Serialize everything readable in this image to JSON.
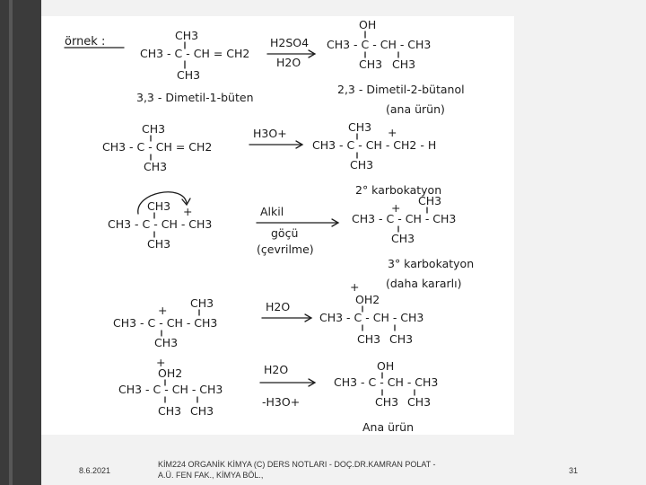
{
  "slide": {
    "background": "#f2f2f2",
    "bar_color": "#3b3b3b",
    "footer": {
      "date": "8.6.2021",
      "credit_line1": "KİM224 ORGANİK KİMYA (C) DERS NOTLARI - DOÇ.DR.KAMRAN POLAT -",
      "credit_line2": "A.Ü. FEN FAK., KİMYA BÖL.,",
      "page": "31"
    }
  },
  "notes": {
    "example_label": "örnek :",
    "r1": {
      "reactant": "3,3 - Dimetil-1-büten",
      "reagent_top": "H2SO4",
      "reagent_bottom": "H2O",
      "product": "2,3 - Dimetil-2-bütanol",
      "product_note": "(ana ürün)"
    },
    "r2": {
      "reagent": "H3O+",
      "product_note": "2° karbokatyon"
    },
    "r3": {
      "reagent_line1": "Alkil",
      "reagent_line2": "göçü",
      "reagent_line3": "(çevrilme)",
      "product_note1": "3° karbokatyon",
      "product_note2": "(daha kararlı)"
    },
    "r4": {
      "reagent": "H2O"
    },
    "r5": {
      "reagent_top": "H2O",
      "reagent_bottom": "-H3O+",
      "product_note": "Ana ürün"
    }
  }
}
